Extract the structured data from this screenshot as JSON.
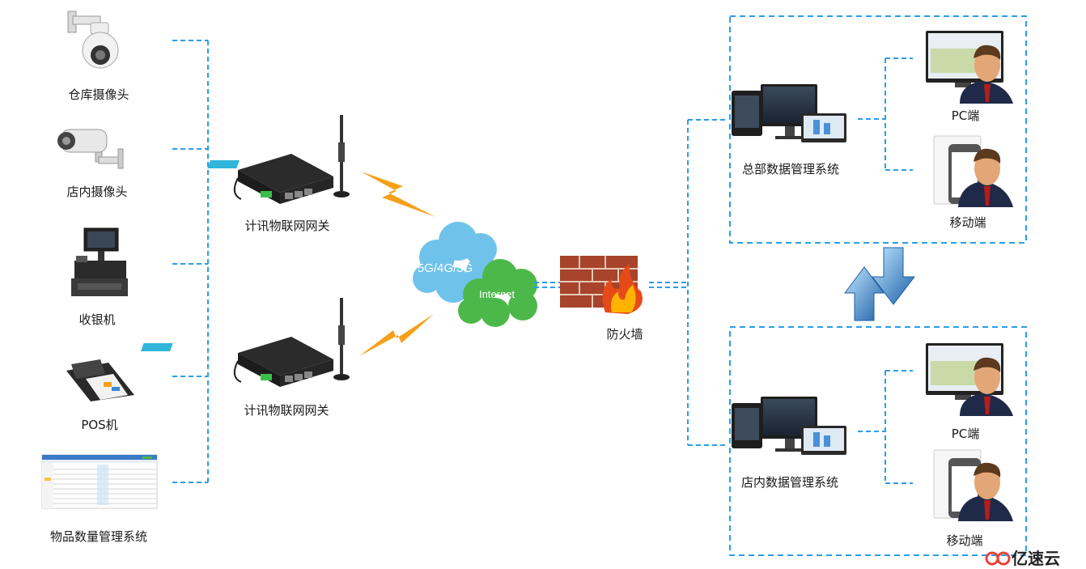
{
  "devices": {
    "warehouse_camera": "仓库摄像头",
    "store_camera": "店内摄像头",
    "cash_register": "收银机",
    "pos": "POS机",
    "inventory_system": "物品数量管理系统"
  },
  "gateways": {
    "top": "计讯物联网网关",
    "bottom": "计讯物联网网关"
  },
  "network": {
    "cellular": "5G/4G/3G",
    "internet": "Internet",
    "firewall": "防火墙"
  },
  "hq": {
    "system": "总部数据管理系统",
    "pc": "PC端",
    "mobile": "移动端"
  },
  "store": {
    "system": "店内数据管理系统",
    "pc": "PC端",
    "mobile": "移动端"
  },
  "brand": "亿速云",
  "colors": {
    "dash": "#2a9ee8",
    "bolt": "#f6a019",
    "cloud_blue": "#6fc3ea",
    "cloud_green": "#4cb84a",
    "arrow": "#1f5fa8"
  }
}
